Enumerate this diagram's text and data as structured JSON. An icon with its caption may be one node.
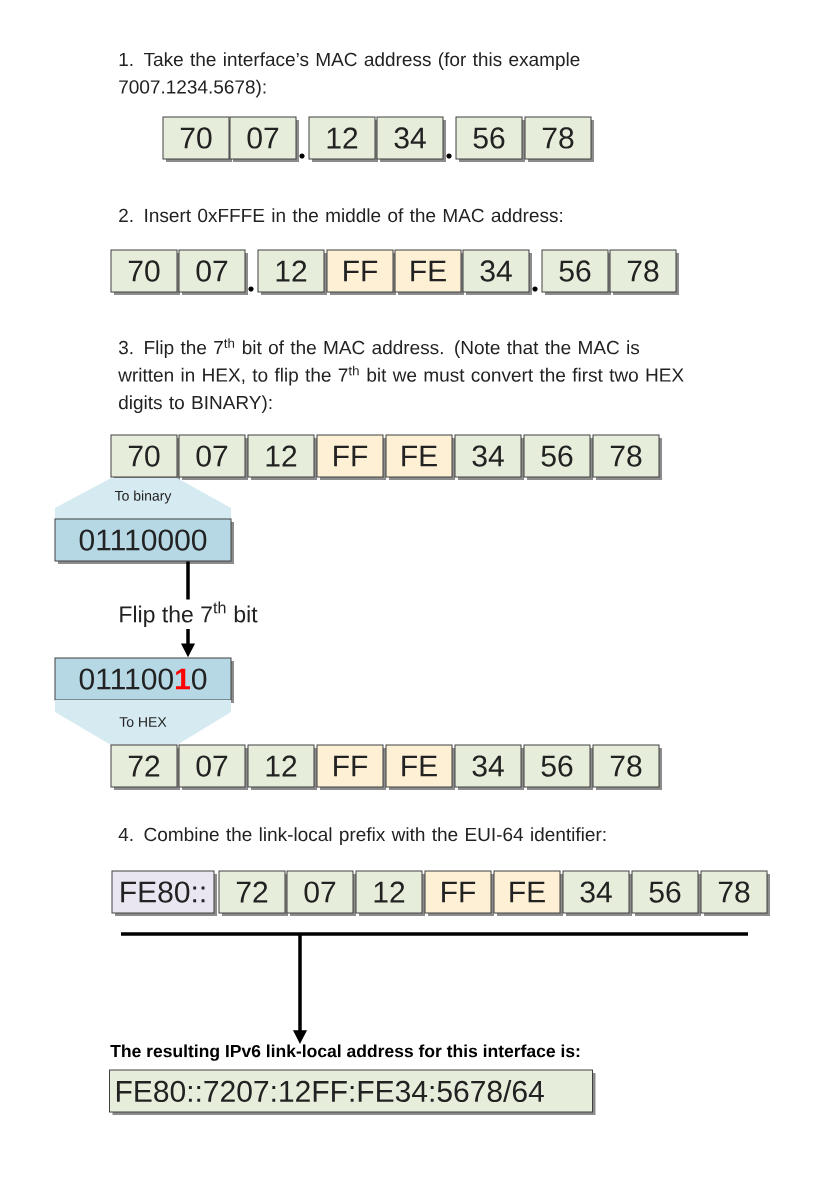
{
  "diagram": {
    "nodes": [
      {
        "text": [
          "70"
        ]
      },
      {
        "text": [
          "07"
        ]
      },
      {
        "text": [
          "12"
        ]
      },
      {
        "text": [
          "34"
        ]
      },
      {
        "text": [
          "56"
        ]
      },
      {
        "text": [
          "78"
        ]
      },
      {
        "text": [
          "70"
        ]
      },
      {
        "text": [
          "07"
        ]
      },
      {
        "text": [
          "12"
        ]
      },
      {
        "text": [
          "FF"
        ]
      },
      {
        "text": [
          "FE"
        ]
      },
      {
        "text": [
          "34"
        ]
      },
      {
        "text": [
          "56"
        ]
      },
      {
        "text": [
          "78"
        ]
      },
      {
        "text": [
          "70"
        ]
      },
      {
        "text": [
          "07"
        ]
      },
      {
        "text": [
          "12"
        ]
      },
      {
        "text": [
          "FF"
        ]
      },
      {
        "text": [
          "FE"
        ]
      },
      {
        "text": [
          "34"
        ]
      },
      {
        "text": [
          "56"
        ]
      },
      {
        "text": [
          "78"
        ]
      },
      {
        "text": [
          "To binary"
        ]
      },
      {
        "text": [
          "01110000"
        ]
      },
      {
        "text": [
          "011100**1**0"
        ]
      },
      {
        "text": [
          "To HEX"
        ]
      },
      {
        "text": [
          "72"
        ]
      },
      {
        "text": [
          "07"
        ]
      },
      {
        "text": [
          "12"
        ]
      },
      {
        "text": [
          "FF"
        ]
      },
      {
        "text": [
          "FE"
        ]
      },
      {
        "text": [
          "34"
        ]
      },
      {
        "text": [
          "56"
        ]
      },
      {
        "text": [
          "78"
        ]
      },
      {
        "text": [
          "FE80::"
        ]
      },
      {
        "text": [
          "72"
        ]
      },
      {
        "text": [
          "07"
        ]
      },
      {
        "text": [
          "12"
        ]
      },
      {
        "text": [
          "FF"
        ]
      },
      {
        "text": [
          "FE"
        ]
      },
      {
        "text": [
          "34"
        ]
      },
      {
        "text": [
          "56"
        ]
      },
      {
        "text": [
          "78"
        ]
      },
      {
        "text": [
          "The resulting IPv6 link-local address for this interface is:",
          "FE80::7207:12FF:FE34:5678/64"
        ]
      }
    ],
    "edges": [
      {
        "from": 23,
        "to": 24,
        "arrow": "to",
        "label": "Flip the 7$^{th}$ bit"
      },
      {
        "from": null,
        "to": 43,
        "arrow": "to"
      }
    ],
    "labels": [
      "1. Take the interface’s MAC address (for this example 7007.1234.5678):",
      "2. Insert 0xFFFE in the middle of the MAC address:",
      "3. Flip the 7$^{th}$ bit of the MAC address. (Note that the MAC is written in HEX, to flip the 7$^{th}$ bit we must convert the first two HEX digits to BINARY):",
      "4. Combine the link-local prefix with the EUI-64 identifier:"
    ]
  }
}
